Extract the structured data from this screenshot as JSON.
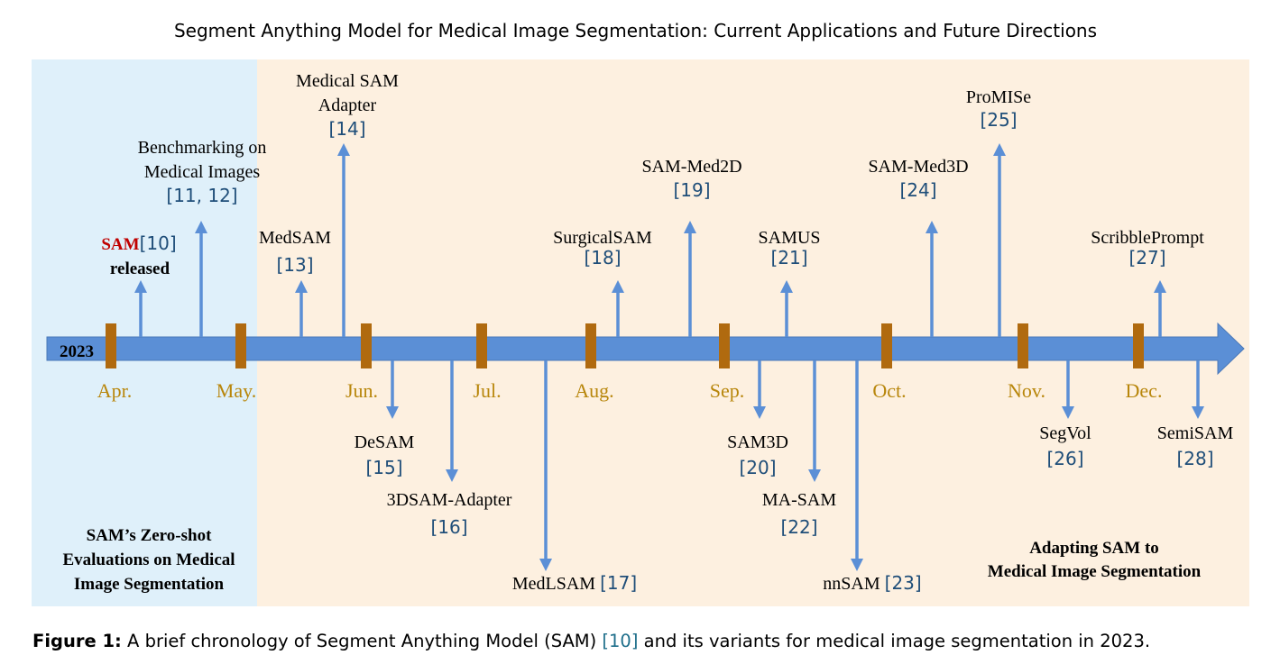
{
  "title": "Segment Anything Model for Medical Image Segmentation: Current Applications and Future Directions",
  "year": "2023",
  "months": [
    "Apr.",
    "May.",
    "Jun.",
    "Jul.",
    "Aug.",
    "Sep.",
    "Oct.",
    "Nov.",
    "Dec."
  ],
  "left_region": {
    "lines": [
      "SAM’s Zero-shot",
      "Evaluations on Medical",
      "Image Segmentation"
    ]
  },
  "right_region": {
    "lines": [
      "Adapting SAM to",
      "Medical Image Segmentation"
    ]
  },
  "sam_release": {
    "name": "SAM",
    "ref": "[10]",
    "line2": "released"
  },
  "events": [
    {
      "id": "benchmarking",
      "lines": [
        "Benchmarking on",
        "Medical Images"
      ],
      "ref": "[11, 12]"
    },
    {
      "id": "medsam",
      "lines": [
        "MedSAM"
      ],
      "ref": "[13]"
    },
    {
      "id": "medical-sam-adapter",
      "lines": [
        "Medical SAM",
        "Adapter"
      ],
      "ref": "[14]"
    },
    {
      "id": "desam",
      "lines": [
        "DeSAM"
      ],
      "ref": "[15]"
    },
    {
      "id": "3dsam-adapter",
      "lines": [
        "3DSAM-Adapter"
      ],
      "ref": "[16]"
    },
    {
      "id": "medlsam",
      "lines": [
        "MedLSAM"
      ],
      "ref": "[17]"
    },
    {
      "id": "surgicalsam",
      "lines": [
        "SurgicalSAM"
      ],
      "ref": "[18]"
    },
    {
      "id": "sam-med2d",
      "lines": [
        "SAM-Med2D"
      ],
      "ref": "[19]"
    },
    {
      "id": "sam3d",
      "lines": [
        "SAM3D"
      ],
      "ref": "[20]"
    },
    {
      "id": "samus",
      "lines": [
        "SAMUS"
      ],
      "ref": "[21]"
    },
    {
      "id": "ma-sam",
      "lines": [
        "MA-SAM"
      ],
      "ref": "[22]"
    },
    {
      "id": "nnsam",
      "lines": [
        "nnSAM"
      ],
      "ref": "[23]"
    },
    {
      "id": "sam-med3d",
      "lines": [
        "SAM-Med3D"
      ],
      "ref": "[24]"
    },
    {
      "id": "promise",
      "lines": [
        "ProMISe"
      ],
      "ref": "[25]"
    },
    {
      "id": "segvol",
      "lines": [
        "SegVol"
      ],
      "ref": "[26]"
    },
    {
      "id": "scribbleprompt",
      "lines": [
        "ScribblePrompt"
      ],
      "ref": "[27]"
    },
    {
      "id": "semisam",
      "lines": [
        "SemiSAM"
      ],
      "ref": "[28]"
    }
  ],
  "caption": {
    "label": "Figure 1:",
    "text_before": " A brief chronology of Segment Anything Model (SAM) ",
    "ref": "[10]",
    "text_after": " and its variants for medical image segmentation in 2023."
  },
  "colors": {
    "left_bg": "#dff0fa",
    "right_bg": "#fdf0e0",
    "arrow": "#5b8fd6",
    "tick": "#b06a0f",
    "month": "#b8860b",
    "sam_red": "#c00000",
    "ref": "#1f4e79"
  }
}
